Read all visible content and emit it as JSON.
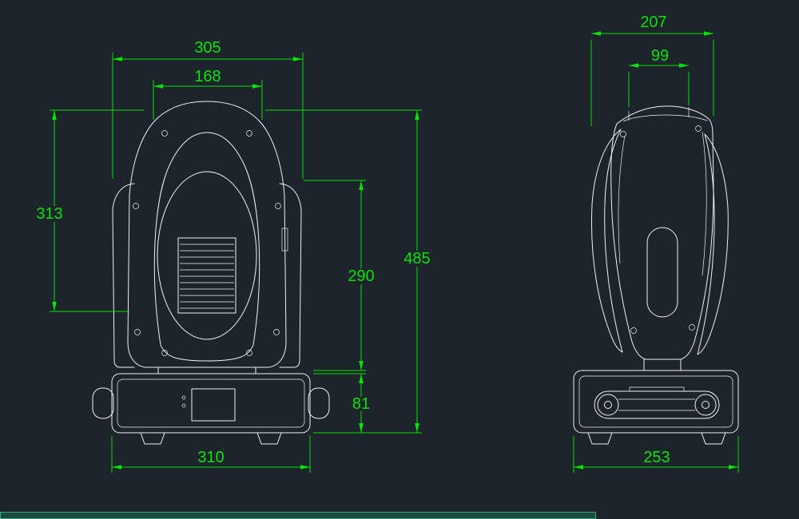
{
  "app": {
    "background": "#1e242c",
    "line_color": "#eef2f5",
    "dim_color": "#00e400",
    "bottom_bar_color": "#1d4a42",
    "bottom_bar_border": "#2fae7c"
  },
  "front_view": {
    "dims": {
      "overall_width": "305",
      "head_top_width": "168",
      "head_height": "313",
      "body_height": "290",
      "overall_height": "485",
      "base_height": "81",
      "base_width": "310"
    }
  },
  "side_view": {
    "dims": {
      "overall_depth": "207",
      "head_top_depth": "99",
      "base_depth": "253"
    }
  }
}
